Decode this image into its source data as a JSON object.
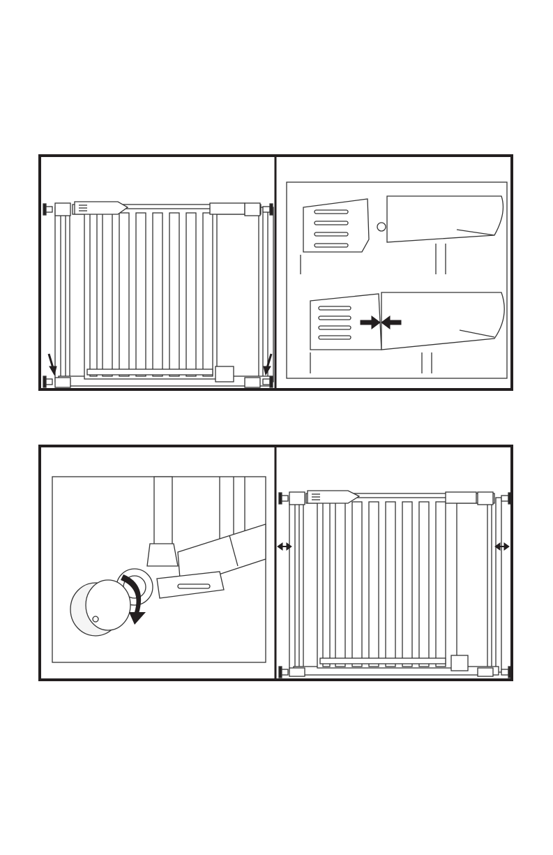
{
  "page": {
    "background": "#ffffff"
  },
  "colors": {
    "ink": "#231f20",
    "line": "#333333",
    "fill": "#ffffff",
    "shade": "#e6e6e6"
  },
  "figures": [
    {
      "panels": [
        {
          "content": "gate-front-view-with-down-arrows-at-bottom-spindles"
        },
        {
          "content": "hinge-lock-alignment-detail-before-and-after"
        }
      ]
    },
    {
      "panels": [
        {
          "content": "spindle-rotation-detail"
        },
        {
          "content": "gate-front-view-with-width-adjust-arrows"
        }
      ]
    }
  ],
  "icons": [
    "down-arrow-icon",
    "inward-arrows-icon",
    "double-headed-arrow-icon",
    "rotation-arrow-icon"
  ]
}
